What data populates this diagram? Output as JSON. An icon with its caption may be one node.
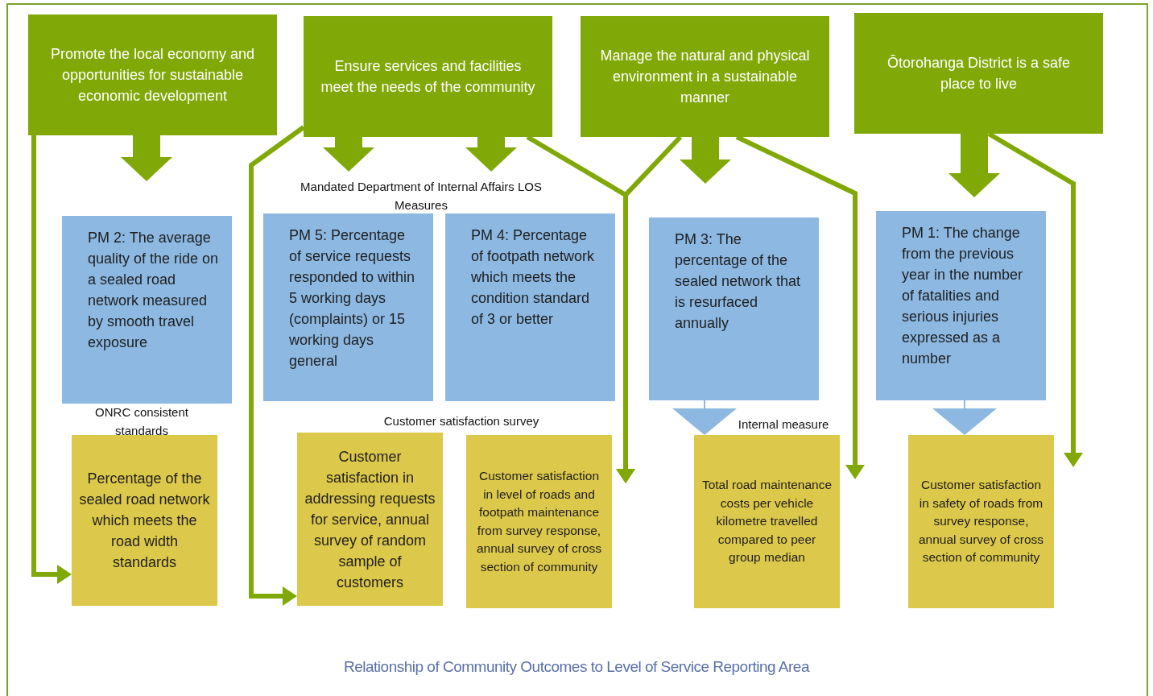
{
  "diagram": {
    "caption": "Relationship of Community Outcomes to Level of Service Reporting Area",
    "nodes": [
      {
        "text": [
          "Promote the local economy and opportunities for sustainable economic development"
        ]
      },
      {
        "text": [
          "Ensure services and facilities meet the needs of the community"
        ]
      },
      {
        "text": [
          "Manage the natural and physical environment in a sustainable manner"
        ]
      },
      {
        "text": [
          "Ōtorohanga District is a safe place to live"
        ]
      },
      {
        "text": [
          "PM 2: The average quality of the ride on a sealed road network measured by smooth travel exposure"
        ]
      },
      {
        "text": [
          "PM 5: Percentage of service requests responded to within 5 working days (complaints) or 15 working days general"
        ]
      },
      {
        "text": [
          "PM 4: Percentage of footpath network which meets the condition standard of 3 or better"
        ]
      },
      {
        "text": [
          "PM 3: The percentage of the sealed network that is resurfaced annually"
        ]
      },
      {
        "text": [
          "PM 1: The change from the previous year in the number of fatalities and serious injuries expressed as a number"
        ]
      },
      {
        "text": [
          "Percentage of the sealed road network which meets the road width standards"
        ]
      },
      {
        "text": [
          "Customer satisfaction in addressing requests for service, annual survey of random sample of customers"
        ]
      },
      {
        "text": [
          "Customer satisfaction in level of roads and footpath maintenance from survey response, annual survey of cross section of community"
        ]
      },
      {
        "text": [
          "Total road maintenance costs per vehicle kilometre travelled compared to peer group median"
        ]
      },
      {
        "text": [
          "Customer satisfaction in safety of roads from survey response, annual survey of cross section of community"
        ]
      }
    ],
    "edges": [
      {
        "from": 0,
        "to": 4,
        "arrow": "to",
        "style": "thick"
      },
      {
        "from": 0,
        "to": 9,
        "arrow": "to"
      },
      {
        "from": 1,
        "to": 5,
        "arrow": "to",
        "style": "thick"
      },
      {
        "from": 1,
        "to": 6,
        "arrow": "to",
        "style": "thick"
      },
      {
        "from": 1,
        "to": 10,
        "arrow": "to"
      },
      {
        "from": 1,
        "to": 11,
        "arrow": "to"
      },
      {
        "from": 2,
        "to": 11,
        "arrow": "to"
      },
      {
        "from": 2,
        "to": 7,
        "arrow": "to",
        "style": "thick"
      },
      {
        "from": 2,
        "to": 12,
        "arrow": "to"
      },
      {
        "from": 3,
        "to": 8,
        "arrow": "to",
        "style": "thick"
      },
      {
        "from": 3,
        "to": 13,
        "arrow": "to"
      },
      {
        "from": 7,
        "to": 12,
        "arrow": "to",
        "color": "#8db8e2"
      },
      {
        "from": 8,
        "to": 13,
        "arrow": "to",
        "color": "#8db8e2"
      }
    ],
    "labels": [
      "Mandated Department of Internal Affairs LOS Measures",
      "ONRC consistent standards",
      "Customer satisfaction survey",
      "Internal measure"
    ]
  }
}
